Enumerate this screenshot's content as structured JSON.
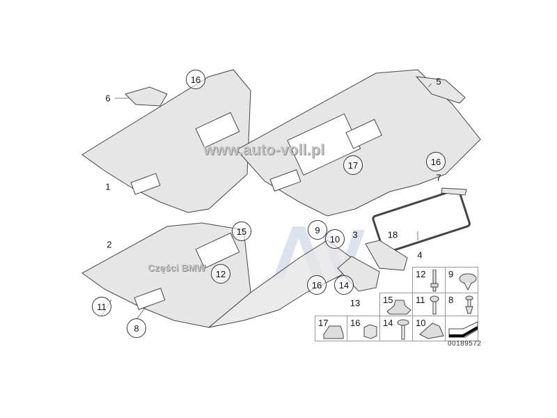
{
  "callouts": {
    "plain": [
      "6",
      "5",
      "1",
      "7",
      "2",
      "3",
      "4",
      "18",
      "13"
    ],
    "circled": [
      "16",
      "17",
      "16",
      "15",
      "9",
      "10",
      "12",
      "16",
      "14",
      "11",
      "8"
    ]
  },
  "parts_table": [
    {
      "label": "12",
      "part": "push-rivet"
    },
    {
      "label": "9",
      "part": "expanding-clip"
    },
    {
      "label": "15",
      "part": "clip-bracket"
    },
    {
      "label": "11",
      "part": "screw"
    },
    {
      "label": "8",
      "part": "expanding-rivet"
    },
    {
      "label": "17",
      "part": "clip"
    },
    {
      "label": "16",
      "part": "foam-block"
    },
    {
      "label": "14",
      "part": "screw"
    },
    {
      "label": "10",
      "part": "clip-nut"
    }
  ],
  "diagram_number": "00189572",
  "watermarks": {
    "site": "www.auto-voll.pl",
    "brand": "Części BMW",
    "logo": "AV"
  }
}
